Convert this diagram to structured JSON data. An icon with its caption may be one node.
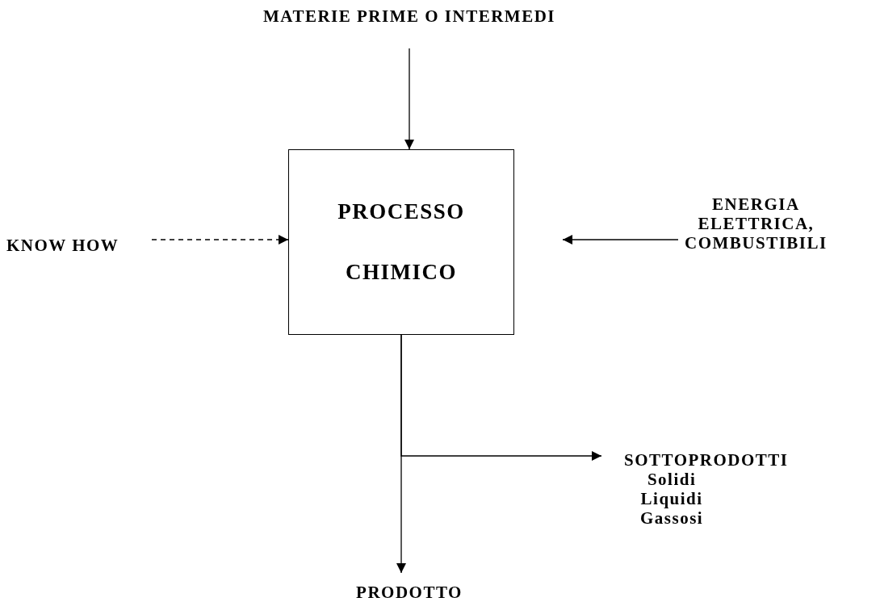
{
  "diagram": {
    "nodes": [
      {
        "text": [
          "MATERIE PRIME O INTERMEDI"
        ]
      },
      {
        "text": [
          "PROCESSO CHIMICO"
        ]
      },
      {
        "text": [
          "KNOW HOW"
        ]
      },
      {
        "text": [
          "ENERGIA ELETTRICA, COMBUSTIBILI"
        ]
      },
      {
        "text": [
          "SOTTOPRODOTTI",
          "Solidi Liquidi Gassosi"
        ]
      },
      {
        "text": [
          "PRODOTTO"
        ]
      }
    ],
    "edges": [
      {
        "from": 0,
        "to": 1,
        "arrow": "to"
      },
      {
        "from": 2,
        "to": 1,
        "arrow": "to",
        "style": "dashed"
      },
      {
        "from": 3,
        "to": 1,
        "arrow": "to"
      },
      {
        "from": 1,
        "to": 4,
        "arrow": "to"
      },
      {
        "from": 1,
        "to": 5,
        "arrow": "to"
      }
    ]
  }
}
